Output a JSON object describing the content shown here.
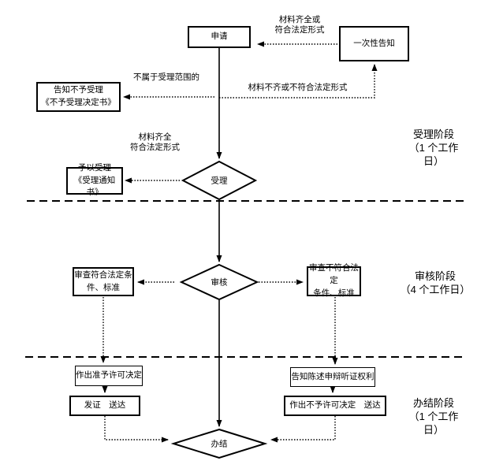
{
  "colors": {
    "line": "#000000",
    "background": "#ffffff"
  },
  "nodes": {
    "apply": "申请",
    "one_time_notice": "一次性告知",
    "notice_rejection": "告知不予受理\n《不予受理决定书》",
    "accept_notice": "予以受理\n《受理通知书》",
    "review_pass": "审查符合法定条\n件、标准",
    "review_fail": "审查不符合法定\n条件、标准",
    "grant_decision": "作出准予许可决定",
    "issue_deliver": "发证　送达",
    "notice_rights": "告知陈述申辩听证权利",
    "deny_decision": "作出不予许可决定　送达"
  },
  "decisions": {
    "accept_check": "受理",
    "review_check": "审核",
    "complete": "办结"
  },
  "edge_labels": {
    "materials_ok_top": "材料齐全或\n符合法定形式",
    "not_in_scope": "不属于受理范围的",
    "materials_incomplete": "材料不齐或不符合法定形式",
    "materials_ok_mid": "材料齐全\n符合法定形式"
  },
  "stage_labels": {
    "accept_stage": "受理阶段\n（1 个工作\n日）",
    "review_stage": "审核阶段\n（4 个工作日）",
    "complete_stage": "办结阶段\n（1 个工作\n日）"
  }
}
